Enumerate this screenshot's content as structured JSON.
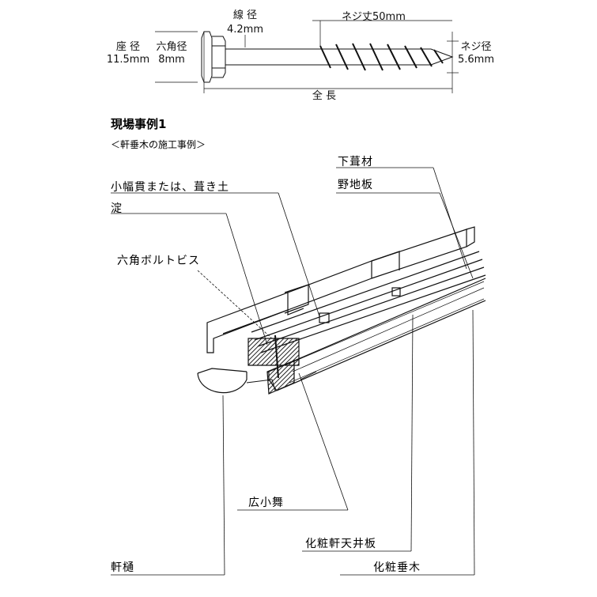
{
  "screw": {
    "wire_diameter_label": "線 径",
    "wire_diameter_value": "4.2mm",
    "thread_length_label": "ネジ丈50mm",
    "seat_diameter_label": "座 径",
    "seat_diameter_value": "11.5mm",
    "hex_diameter_label": "六角径",
    "hex_diameter_value": "8mm",
    "thread_diameter_label": "ネジ径",
    "thread_diameter_value": "5.6mm",
    "total_length_label": "全 長"
  },
  "case": {
    "title": "現場事例1",
    "subtitle": "＜軒垂木の施工事例＞"
  },
  "labels": {
    "sheathing": "下葺材",
    "roof_board": "野地板",
    "batten": "小幅貫または、葺き土",
    "yodo": "淀",
    "hex_bolt_screw": "六角ボルトビス",
    "hirokomai": "広小舞",
    "ceiling_board": "化粧軒天井板",
    "gutter": "軒樋",
    "rafter": "化粧垂木"
  },
  "colors": {
    "line": "#111111",
    "hatch": "#222222",
    "background": "#ffffff"
  }
}
